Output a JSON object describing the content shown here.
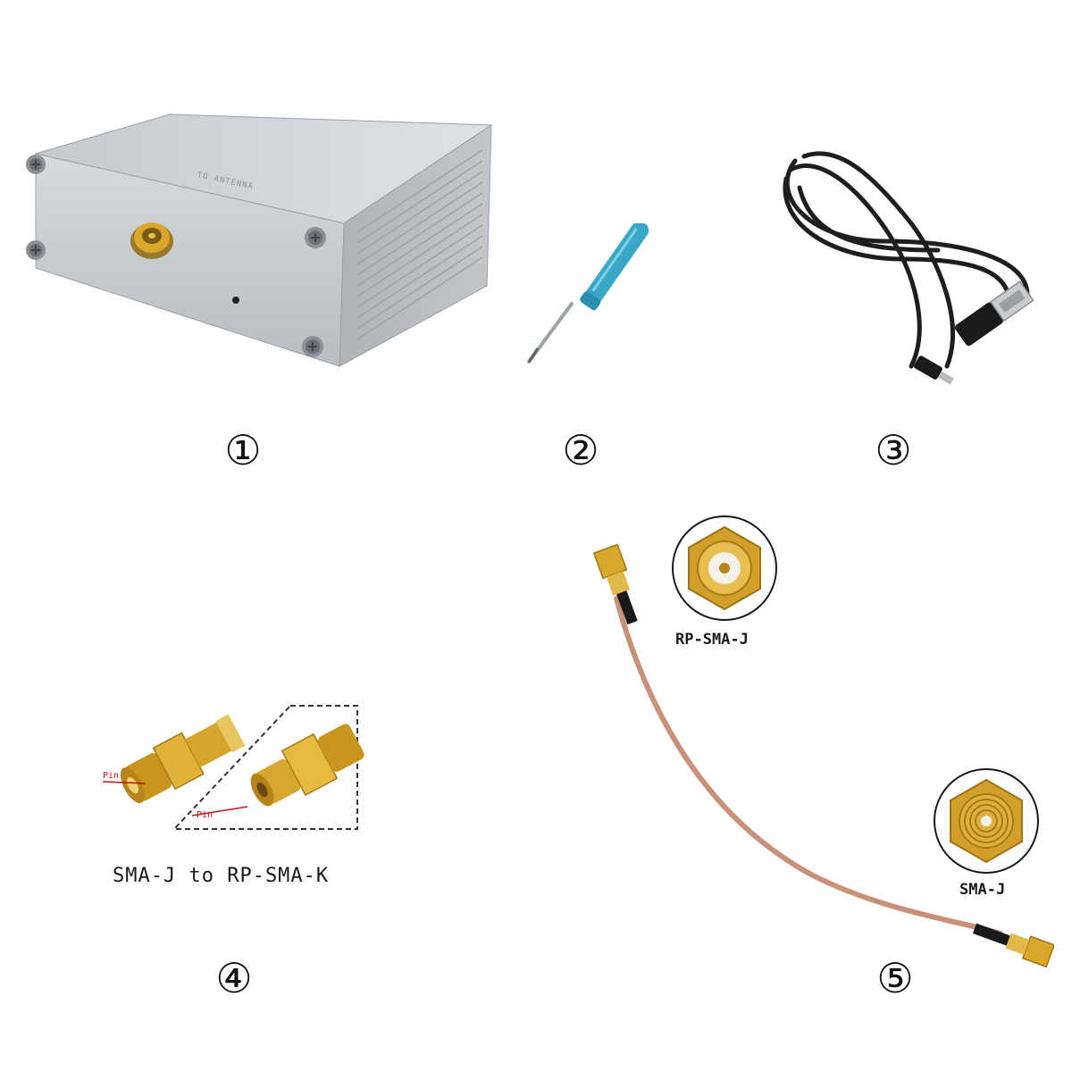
{
  "items": [
    {
      "number": "①"
    },
    {
      "number": "②"
    },
    {
      "number": "③"
    },
    {
      "number": "④",
      "caption": "SMA-J to RP-SMA-K",
      "pin_label_1": "Pin",
      "pin_label_2": "Pin"
    },
    {
      "number": "⑤",
      "connector_1": "RP-SMA-J",
      "connector_2": "SMA-J"
    }
  ],
  "device": {
    "engraving": "TO ANTENNA"
  },
  "colors": {
    "aluminium": "#c8cdd2",
    "gold": "#d9a82a",
    "cable": "#c9907a",
    "screwdriver_handle": "#3aa7c8",
    "pin_line": "#d01010"
  }
}
